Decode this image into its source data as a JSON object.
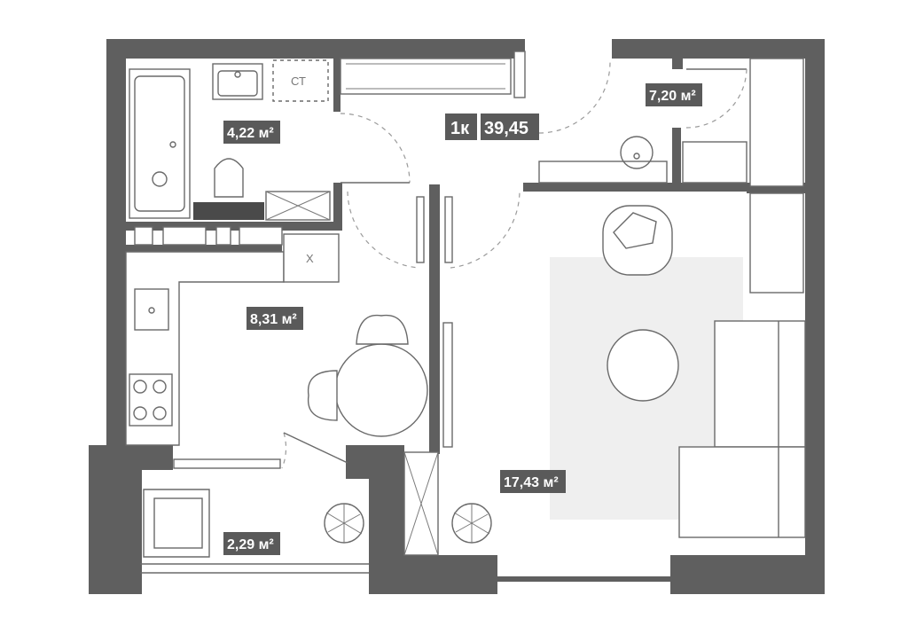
{
  "plan": {
    "rooms_label": "1к",
    "total_area": "39,45",
    "rooms": [
      {
        "id": "bathroom",
        "area": "4,22 м²"
      },
      {
        "id": "wardrobe",
        "area": "7,20 м²"
      },
      {
        "id": "kitchen",
        "area": "8,31 м²"
      },
      {
        "id": "living",
        "area": "17,43 м²"
      },
      {
        "id": "balcony",
        "area": "2,29 м²"
      }
    ],
    "symbols": {
      "washer": "СТ",
      "fridge": "Х"
    }
  }
}
